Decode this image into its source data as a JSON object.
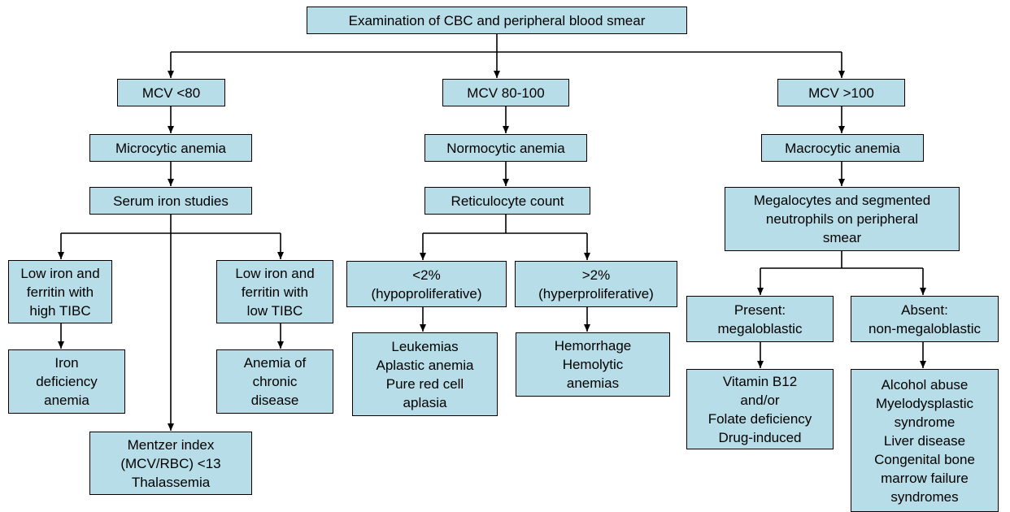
{
  "colors": {
    "box_fill": "#b7dde8",
    "box_border": "#000000",
    "line": "#000000",
    "background": "#ffffff"
  },
  "nodes": {
    "root": "Examination of CBC and peripheral blood smear",
    "mcv_low": "MCV <80",
    "mcv_mid": "MCV 80-100",
    "mcv_high": "MCV >100",
    "microcytic": "Microcytic anemia",
    "normocytic": "Normocytic anemia",
    "macrocytic": "Macrocytic anemia",
    "serum_iron": "Serum iron studies",
    "retic": "Reticulocyte count",
    "megalocytes": "Megalocytes and segmented\nneutrophils on peripheral\nsmear",
    "low_iron_high_tibc": "Low iron and\nferritin with\nhigh TIBC",
    "low_iron_low_tibc": "Low iron and\nferritin with\nlow TIBC",
    "iron_def": "Iron\ndeficiency\nanemia",
    "chronic_disease": "Anemia of\nchronic\ndisease",
    "mentzer": "Mentzer index\n(MCV/RBC) <13\nThalassemia",
    "retic_low": "<2%\n(hypoproliferative)",
    "retic_high": ">2%\n(hyperproliferative)",
    "hypo_causes": "Leukemias\nAplastic anemia\nPure red cell\naplasia",
    "hyper_causes": "Hemorrhage\nHemolytic\nanemias",
    "present": "Present:\nmegaloblastic",
    "absent": "Absent:\nnon-megaloblastic",
    "megaloblastic_causes": "Vitamin B12\nand/or\nFolate deficiency\nDrug-induced",
    "non_megaloblastic_causes": "Alcohol abuse\nMyelodysplastic\nsyndrome\nLiver disease\nCongenital bone\nmarrow failure\nsyndromes"
  }
}
